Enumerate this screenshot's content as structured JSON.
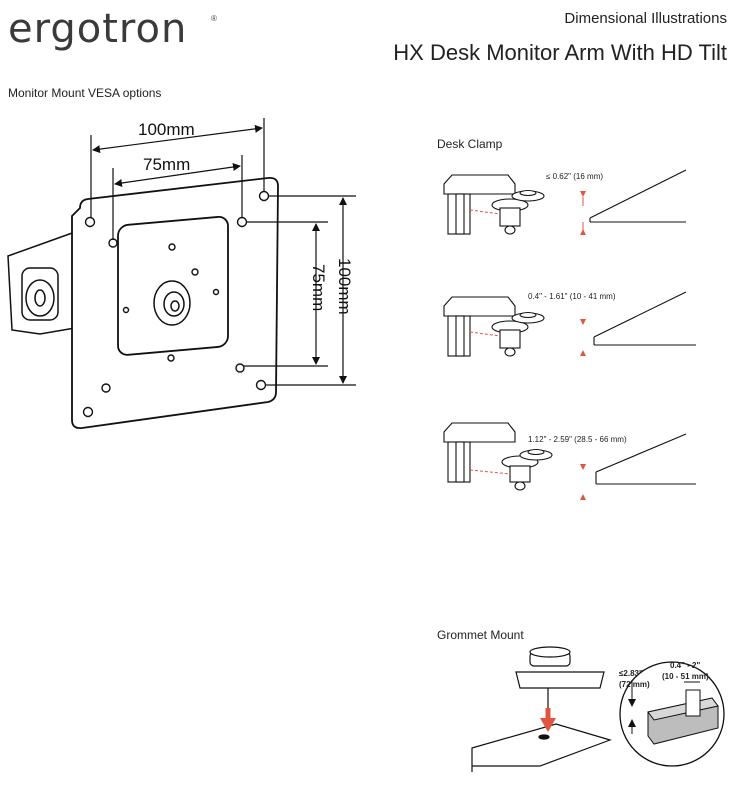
{
  "header": {
    "logo_text": "ergotron",
    "logo_mark": "®",
    "subtitle": "Dimensional Illustrations",
    "title": "HX Desk Monitor Arm With HD Tilt"
  },
  "vesa": {
    "section_label": "Monitor Mount VESA options",
    "dim_100_horizontal": "100mm",
    "dim_75_horizontal": "75mm",
    "dim_75_vertical": "75mm",
    "dim_100_vertical": "100mm"
  },
  "desk_clamp": {
    "section_label": "Desk Clamp",
    "range_1": "≤ 0.62\" (16 mm)",
    "range_2": "0.4\" - 1.61\" (10 - 41 mm)",
    "range_3": "1.12\" - 2.59\" (28.5 - 66 mm)"
  },
  "grommet": {
    "section_label": "Grommet Mount",
    "height_label_1": "≤2.83\"",
    "height_label_2": "(72 mm)",
    "thickness_label_1": "0.4\" - 2\"",
    "thickness_label_2": "(10 - 51 mm)"
  },
  "colors": {
    "accent_red": "#e0553f",
    "line": "#1a1a1a"
  }
}
